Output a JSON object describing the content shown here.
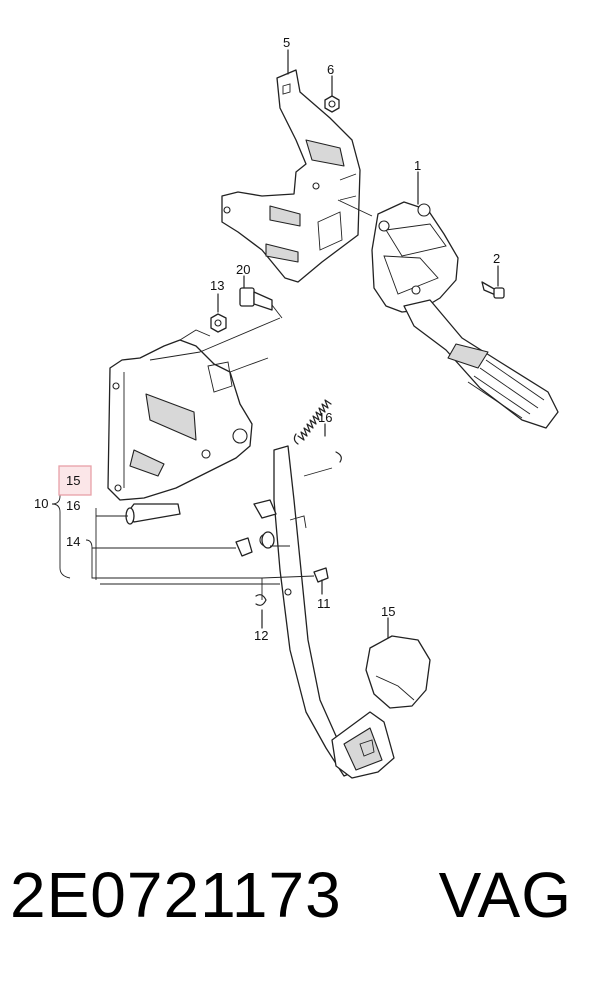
{
  "callouts": {
    "c1": "1",
    "c2": "2",
    "c5": "5",
    "c6": "6",
    "c10": "10",
    "c11": "11",
    "c12": "12",
    "c13": "13",
    "c14": "14",
    "c15_list": "15",
    "c15_pad": "15",
    "c16_list": "16",
    "c16_spring": "16",
    "c20": "20"
  },
  "caption": {
    "part_number": "2E0721173",
    "brand": "VAG"
  },
  "highlight_color": "#e8a0a8"
}
